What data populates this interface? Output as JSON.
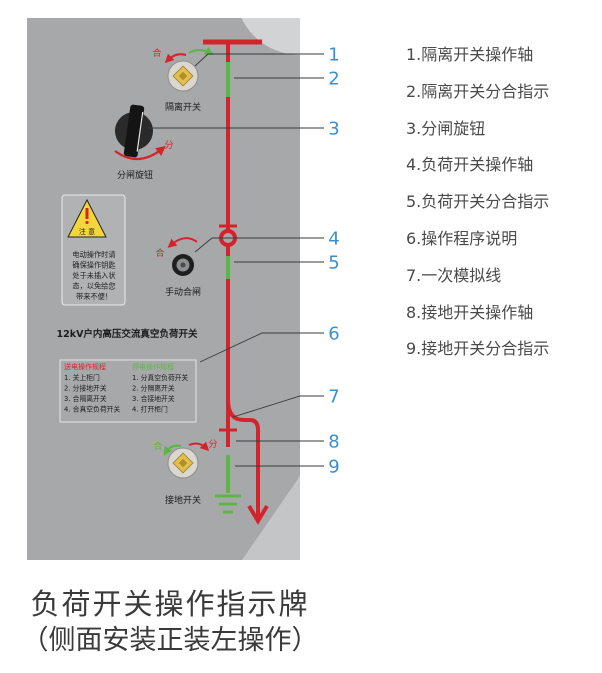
{
  "colors": {
    "panel": "#a7a8aa",
    "mimic_red": "#d3242c",
    "indicator_green": "#5cb646",
    "callout_blue": "#3a8fd0",
    "knob_yellow": "#e2bf4c",
    "warning_yellow": "#f3d63a"
  },
  "panel": {
    "isolator": {
      "close_mark": "合",
      "label": "隔离开关"
    },
    "trip_knob": {
      "open_mark": "分",
      "label": "分闸旋钮"
    },
    "warning": {
      "title": "注 意",
      "lines": [
        "电动操作时请",
        "确保操作钥匙",
        "处于未插入状",
        "态，以免给您",
        "带来不便！"
      ]
    },
    "manual_close": {
      "close_mark": "合",
      "label": "手动合闸"
    },
    "switch_name": "12kV户内高压交流真空负荷开关",
    "procedure": {
      "power_on": {
        "title": "送电操作规程",
        "steps": [
          "1. 关上柜门",
          "2. 分接地开关",
          "3. 合隔离开关",
          "4. 合真空负荷开关"
        ]
      },
      "power_off": {
        "title": "停电操作规程",
        "steps": [
          "1. 分真空负荷开关",
          "2. 分隔离开关",
          "3. 合接地开关",
          "4. 打开柜门"
        ]
      }
    },
    "earthing": {
      "close_mark": "合",
      "open_mark": "分",
      "label": "接地开关"
    }
  },
  "callouts": [
    "1",
    "2",
    "3",
    "4",
    "5",
    "6",
    "7",
    "8",
    "9"
  ],
  "legend": [
    "1.隔离开关操作轴",
    "2.隔离开关分合指示",
    "3.分闸旋钮",
    "4.负荷开关操作轴",
    "5.负荷开关分合指示",
    "6.操作程序说明",
    "7.一次模拟线",
    "8.接地开关操作轴",
    "9.接地开关分合指示"
  ],
  "caption": {
    "title": "负荷开关操作指示牌",
    "subtitle": "（侧面安装正装左操作）"
  }
}
